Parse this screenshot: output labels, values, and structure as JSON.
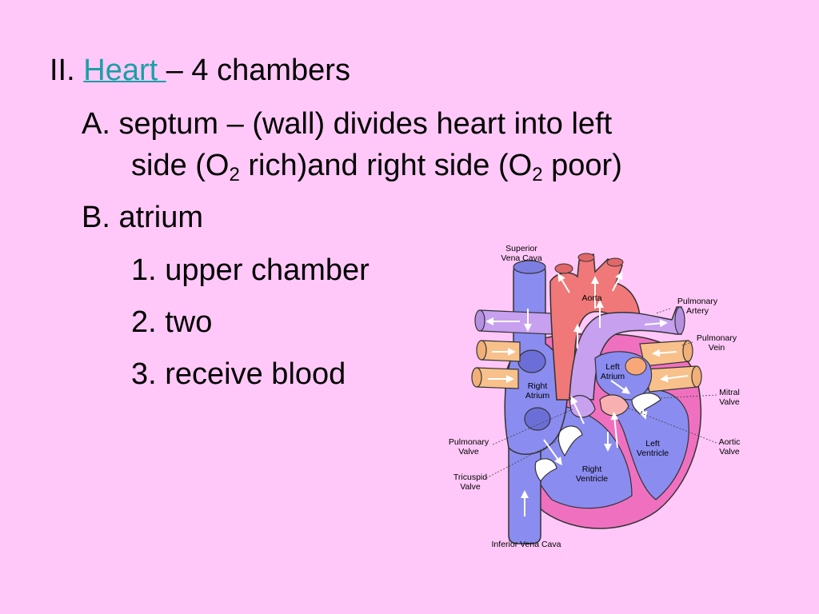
{
  "slide": {
    "line1": {
      "numeral": "II.",
      "link": "Heart ",
      "rest": "– 4 chambers"
    },
    "line2": {
      "text": "A. septum – (wall) divides heart into left"
    },
    "line3": {
      "pre": "side (O",
      "sub1": "2",
      "mid": " rich)and right side (O",
      "sub2": "2",
      "post": " poor)"
    },
    "line4": {
      "text": "B. atrium"
    },
    "line5": {
      "text": "1. upper chamber"
    },
    "line6": {
      "text": "2. two"
    },
    "line7": {
      "text": "3. receive blood"
    },
    "colors": {
      "background": "#ffc8f8",
      "link": "#1aa0a6"
    }
  },
  "diagram": {
    "labels": {
      "superior_vena_cava": [
        "Superior",
        "Vena Cava"
      ],
      "aorta": "Aorta",
      "pulmonary_artery": [
        "Pulmonary",
        "Artery"
      ],
      "pulmonary_vein": [
        "Pulmonary",
        "Vein"
      ],
      "left_atrium": [
        "Left",
        "Atrium"
      ],
      "right_atrium": [
        "Right",
        "Atrium"
      ],
      "mitral_valve": [
        "Mitral",
        "Valve"
      ],
      "aortic_valve": [
        "Aortic",
        "Valve"
      ],
      "pulmonary_valve": [
        "Pulmonary",
        "Valve"
      ],
      "left_ventricle": [
        "Left",
        "Ventricle"
      ],
      "tricuspid_valve": [
        "Tricuspid",
        "Valve"
      ],
      "right_ventricle": [
        "Right",
        "Ventricle"
      ],
      "inferior_vena_cava": "Inferior Vena Cava"
    },
    "colors": {
      "deoxygenated": "#8a8cf0",
      "oxygenated_aorta": "#f07878",
      "pulmonary_artery": "#c7a0f0",
      "pulmonary_vein": "#f8c08a",
      "myocardium": "#f070c0",
      "valve": "#ffffff",
      "outline": "#333333"
    }
  }
}
